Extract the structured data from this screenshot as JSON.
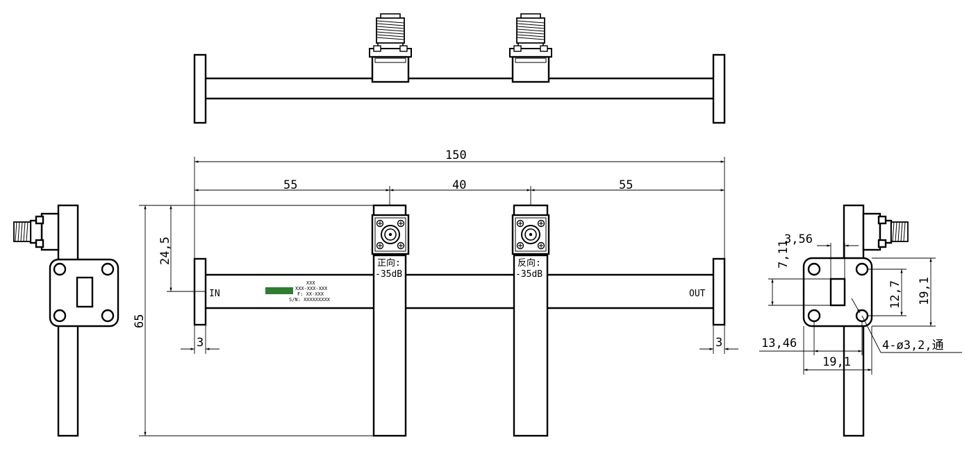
{
  "dimensions": {
    "overall_length": "150",
    "left_segment": "55",
    "middle_segment": "40",
    "right_segment": "55",
    "coupler_offset": "24,5",
    "total_height": "65",
    "flange_left_thickness": "3",
    "flange_right_thickness": "3"
  },
  "labels": {
    "input": "IN",
    "output": "OUT",
    "forward_port": "正向:",
    "forward_coupling": "-35dB",
    "reverse_port": "反向:",
    "reverse_coupling": "-35dB"
  },
  "nameplate": {
    "line1": "XXX",
    "line2": "XXX-XXX-XXX",
    "line3": "F: XX-XXX",
    "line4": "S/N: XXXXXXXXX"
  },
  "flange_view": {
    "waveguide_width": "3,56",
    "waveguide_height": "7,11",
    "hole_pitch_vertical": "12,7",
    "flange_height": "19,1",
    "hole_offset": "13,46",
    "flange_width": "19,1",
    "hole_note": "4-ø3,2,通"
  },
  "colors": {
    "line": "#000000",
    "background": "#ffffff",
    "logo": "#2e7d32"
  }
}
